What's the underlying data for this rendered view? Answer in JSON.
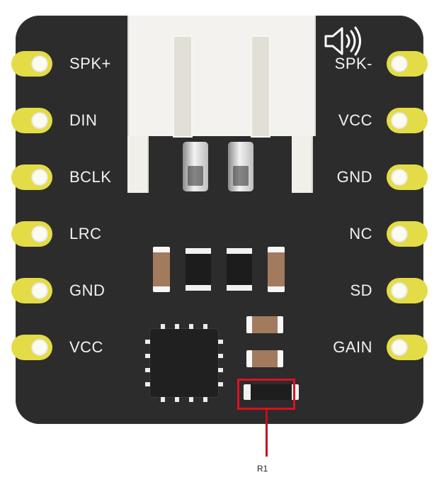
{
  "left_pins": [
    "SPK+",
    "DIN",
    "BCLK",
    "LRC",
    "GND",
    "VCC"
  ],
  "right_pins": [
    "SPK-",
    "VCC",
    "GND",
    "NC",
    "SD",
    "GAIN"
  ],
  "callout_label": "R1",
  "icons": {
    "speaker": "speaker-icon"
  },
  "colors": {
    "board": "#2c2c2c",
    "pad": "#e3dc46",
    "highlight": "#e0101e",
    "pin_text": "#f2f2f2"
  }
}
